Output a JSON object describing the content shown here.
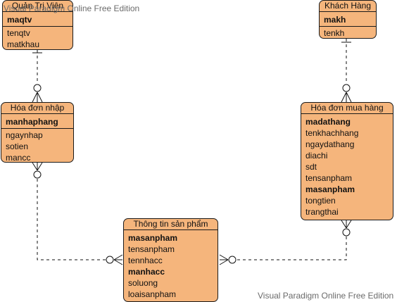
{
  "entities": [
    {
      "id": "quan-tri-vien",
      "name": "Quản Trị Viên",
      "groups": [
        [
          {
            "text": "maqtv",
            "pk": true
          }
        ],
        [
          {
            "text": "tenqtv",
            "pk": false
          },
          {
            "text": "matkhau",
            "pk": false
          }
        ]
      ]
    },
    {
      "id": "khach-hang",
      "name": "Khách Hàng",
      "groups": [
        [
          {
            "text": "makh",
            "pk": true
          }
        ],
        [
          {
            "text": "tenkh",
            "pk": false
          }
        ]
      ]
    },
    {
      "id": "hoa-don-nhap",
      "name": "Hóa đơn nhập",
      "groups": [
        [
          {
            "text": "manhaphang",
            "pk": true
          }
        ],
        [
          {
            "text": "ngaynhap",
            "pk": false
          },
          {
            "text": "sotien",
            "pk": false
          },
          {
            "text": "mancc",
            "pk": false
          }
        ]
      ]
    },
    {
      "id": "hoa-don-mua-hang",
      "name": "Hóa đơn mua hàng",
      "groups": [
        [
          {
            "text": "madathang",
            "pk": true
          },
          {
            "text": "tenkhachhang",
            "pk": false
          },
          {
            "text": "ngaydathang",
            "pk": false
          },
          {
            "text": "diachi",
            "pk": false
          },
          {
            "text": "sdt",
            "pk": false
          },
          {
            "text": "tensanpham",
            "pk": false
          },
          {
            "text": "masanpham",
            "pk": true
          },
          {
            "text": "tongtien",
            "pk": false
          },
          {
            "text": "trangthai",
            "pk": false
          }
        ]
      ]
    },
    {
      "id": "thong-tin-san-pham",
      "name": "Thông tin sản phẩm",
      "groups": [
        [
          {
            "text": "masanpham",
            "pk": true
          },
          {
            "text": "tensanpham",
            "pk": false
          },
          {
            "text": "tennhacc",
            "pk": false
          },
          {
            "text": "manhacc",
            "pk": true
          },
          {
            "text": "soluong",
            "pk": false
          },
          {
            "text": "loaisanpham",
            "pk": false
          }
        ]
      ]
    }
  ],
  "relationships": [
    {
      "from": "quan-tri-vien",
      "to": "hoa-don-nhap",
      "from_end": "one",
      "to_end": "zero-or-many"
    },
    {
      "from": "khach-hang",
      "to": "hoa-don-mua-hang",
      "from_end": "one",
      "to_end": "zero-or-many"
    },
    {
      "from": "hoa-don-nhap",
      "to": "thong-tin-san-pham",
      "from_end": "zero-or-many",
      "to_end": "zero-or-many"
    },
    {
      "from": "hoa-don-mua-hang",
      "to": "thong-tin-san-pham",
      "from_end": "zero-or-many",
      "to_end": "zero-or-many"
    }
  ],
  "watermark": "Visual Paradigm Online Free Edition"
}
